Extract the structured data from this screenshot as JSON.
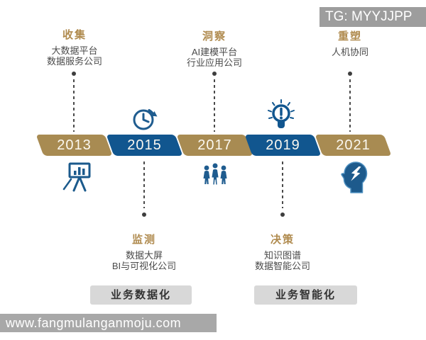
{
  "watermarks": {
    "top": "TG: MYYJJPP",
    "bottom": "www.fangmulanganmoju.com"
  },
  "timeline": [
    {
      "year": "2013",
      "color": "gold"
    },
    {
      "year": "2015",
      "color": "blue"
    },
    {
      "year": "2017",
      "color": "gold"
    },
    {
      "year": "2019",
      "color": "blue"
    },
    {
      "year": "2021",
      "color": "gold"
    }
  ],
  "stages_top": [
    {
      "title": "收集",
      "lines": [
        "大数据平台",
        "数据服务公司"
      ]
    },
    {
      "title": "洞察",
      "lines": [
        "AI建模平台",
        "行业应用公司"
      ]
    },
    {
      "title": "重塑",
      "lines": [
        "人机协同"
      ]
    }
  ],
  "stages_bottom": [
    {
      "title": "监测",
      "lines": [
        "数据大屏",
        "BI与可视化公司"
      ]
    },
    {
      "title": "决策",
      "lines": [
        "知识图谱",
        "数据智能公司"
      ]
    }
  ],
  "phases": [
    {
      "label": "业务数据化"
    },
    {
      "label": "业务智能化"
    }
  ],
  "icons": [
    "history-clock",
    "alert-lightbulb",
    "presentation-easel",
    "team-people",
    "head-lightning"
  ],
  "colors": {
    "gold": "#a88b52",
    "blue": "#11568f",
    "title_gold": "#b08b4f",
    "body_text": "#4a4a4a",
    "phase_box_bg": "#d8d8d8",
    "watermark_bg": "#9d9d9d"
  }
}
